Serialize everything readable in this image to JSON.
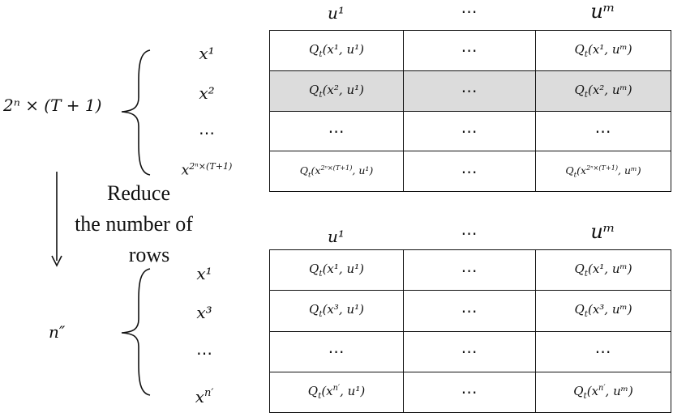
{
  "top_table": {
    "headers": [
      "u¹",
      "⋯",
      "uᵐ"
    ],
    "size_label": "2ⁿ × (T + 1)",
    "row_labels": [
      "x¹",
      "x²",
      "⋯",
      "x^{2ⁿ×(T+1)}"
    ],
    "rows": [
      [
        "Qt(x¹, u¹)",
        "⋯",
        "Qt(x¹, uᵐ)"
      ],
      [
        "Qt(x², u¹)",
        "⋯",
        "Qt(x², uᵐ)"
      ],
      [
        "⋯",
        "⋯",
        "⋯"
      ],
      [
        "Qt(x^{2ⁿ×(T+1)}, u¹)",
        "⋯",
        "Qt(x^{2ⁿ×(T+1)}, uᵐ)"
      ]
    ],
    "highlighted_row": 1,
    "highlight_color": "#dcdcdc"
  },
  "arrow_note": {
    "line1": "Reduce",
    "line2": "the number of",
    "line3": "rows"
  },
  "bottom_table": {
    "headers": [
      "u¹",
      "⋯",
      "uᵐ"
    ],
    "size_label": "n″",
    "row_labels": [
      "x¹",
      "x³",
      "⋯",
      "x^{n′}"
    ],
    "rows": [
      [
        "Qt(x¹, u¹)",
        "⋯",
        "Qt(x¹, uᵐ)"
      ],
      [
        "Qt(x³, u¹)",
        "⋯",
        "Qt(x³, uᵐ)"
      ],
      [
        "⋯",
        "⋯",
        "⋯"
      ],
      [
        "Qt(x^{n′}, u¹)",
        "⋯",
        "Qt(x^{n′}, uᵐ)"
      ]
    ]
  }
}
